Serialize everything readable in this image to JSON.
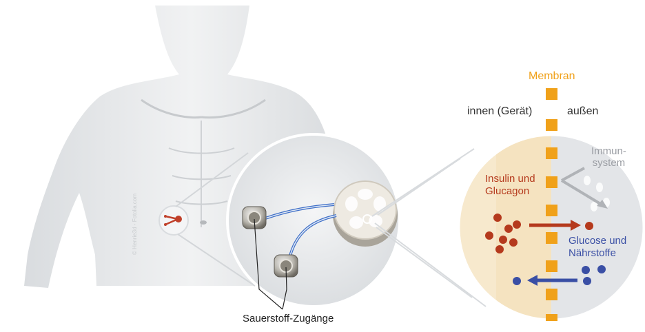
{
  "labels": {
    "membrane": "Membran",
    "inside": "innen (Gerät)",
    "outside": "außen",
    "immune_line1": "Immun-",
    "immune_line2": "system",
    "insulin_line1": "Insulin und",
    "insulin_line2": "Glucagon",
    "glucose_line1": "Glucose und",
    "glucose_line2": "Nährstoffe",
    "oxygen_ports": "Sauerstoff-Zugänge",
    "credit": "© Henrie3d - Fotolia.com"
  },
  "colors": {
    "membrane": "#f0a11a",
    "insulin": "#b53a1d",
    "glucose": "#3a4fa5",
    "immune": "#9a9da3",
    "inside_tint": "#f6e6c6",
    "tube": "#3f6fc8"
  },
  "icons": [
    "human-torso-icon",
    "implant-device-icon",
    "oxygen-port-icon",
    "magnifier-circle-icon"
  ]
}
